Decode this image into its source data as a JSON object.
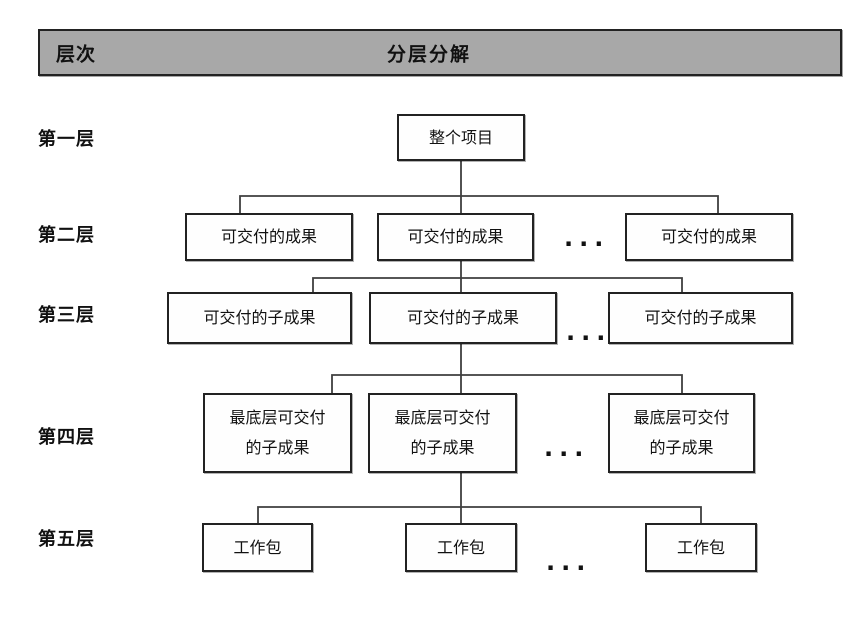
{
  "header": {
    "level_column_label": "层次",
    "decomposition_label": "分层分解"
  },
  "ellipsis": "...",
  "levels": [
    {
      "row_label": "第一层",
      "boxes": [
        "整个项目"
      ]
    },
    {
      "row_label": "第二层",
      "boxes": [
        "可交付的成果",
        "可交付的成果",
        "可交付的成果"
      ]
    },
    {
      "row_label": "第三层",
      "boxes": [
        "可交付的子成果",
        "可交付的子成果",
        "可交付的子成果"
      ]
    },
    {
      "row_label": "第四层",
      "boxes": [
        "最底层可交付\n的子成果",
        "最底层可交付\n的子成果",
        "最底层可交付\n的子成果"
      ]
    },
    {
      "row_label": "第五层",
      "boxes": [
        "工作包",
        "工作包",
        "工作包"
      ]
    }
  ],
  "colors": {
    "header_bg": "#a8a8a8",
    "box_border": "#222222",
    "connector_line": "#3f3f3f",
    "box_bg": "#fefefe",
    "page_bg": "#ffffff",
    "text": "#111111"
  }
}
